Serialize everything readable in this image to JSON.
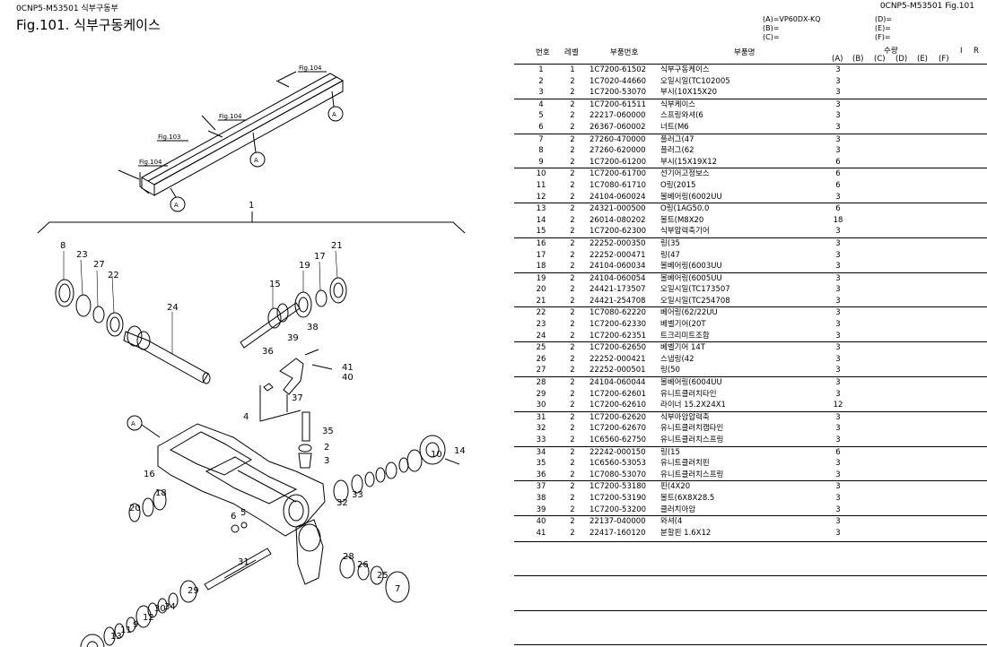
{
  "header": {
    "left_code": "0CNP5-M53501  식부구동부",
    "right_code": "0CNP5-M53501  Fig.101",
    "figure_title": "Fig.101.  식부구동케이스"
  },
  "model_legend": {
    "left": [
      "(A)=VP60DX-KQ",
      "(B)=",
      "(C)="
    ],
    "right": [
      "(D)=",
      "(E)=",
      "(F)="
    ]
  },
  "table": {
    "headers": {
      "no": "번호",
      "level": "레벨",
      "part_no": "부품번호",
      "name": "부품명",
      "qty": "수량",
      "qty_cols": [
        "(A)",
        "(B)",
        "(C)",
        "(D)",
        "(E)",
        "(F)"
      ],
      "i": "I",
      "r": "R"
    },
    "rows": [
      {
        "no": "1",
        "level": "1",
        "part_no": "1C7200-61502",
        "name": "식부구동케이스",
        "qty": "3"
      },
      {
        "no": "2",
        "level": "2",
        "part_no": "1C7020-44660",
        "name": "오일시일(TC102005",
        "qty": "3"
      },
      {
        "no": "3",
        "level": "2",
        "part_no": "1C7200-53070",
        "name": "부시(10X15X20",
        "qty": "3"
      },
      {
        "no": "4",
        "level": "2",
        "part_no": "1C7200-61511",
        "name": "식부케이스",
        "qty": "3"
      },
      {
        "no": "5",
        "level": "2",
        "part_no": "22217-060000",
        "name": "스프링와셔(6",
        "qty": "3"
      },
      {
        "no": "6",
        "level": "2",
        "part_no": "26367-060002",
        "name": "너트(M6",
        "qty": "3"
      },
      {
        "no": "7",
        "level": "2",
        "part_no": "27260-470000",
        "name": "플러그(47",
        "qty": "3"
      },
      {
        "no": "8",
        "level": "2",
        "part_no": "27260-620000",
        "name": "플러그(62",
        "qty": "3"
      },
      {
        "no": "9",
        "level": "2",
        "part_no": "1C7200-61200",
        "name": "부시(15X19X12",
        "qty": "6"
      },
      {
        "no": "10",
        "level": "2",
        "part_no": "1C7200-61700",
        "name": "선기어고정보스",
        "qty": "6"
      },
      {
        "no": "11",
        "level": "2",
        "part_no": "1C7080-61710",
        "name": "O링(2015",
        "qty": "6"
      },
      {
        "no": "12",
        "level": "2",
        "part_no": "24104-060024",
        "name": "볼베어링(6002UU",
        "qty": "3"
      },
      {
        "no": "13",
        "level": "2",
        "part_no": "24321-000500",
        "name": "O링(1AG50.0",
        "qty": "6"
      },
      {
        "no": "14",
        "level": "2",
        "part_no": "26014-080202",
        "name": "볼트(M8X20",
        "qty": "18"
      },
      {
        "no": "15",
        "level": "2",
        "part_no": "1C7200-62300",
        "name": "식부압력축기어",
        "qty": "3"
      },
      {
        "no": "16",
        "level": "2",
        "part_no": "22252-000350",
        "name": "링(35",
        "qty": "3"
      },
      {
        "no": "17",
        "level": "2",
        "part_no": "22252-000471",
        "name": "링(47",
        "qty": "3"
      },
      {
        "no": "18",
        "level": "2",
        "part_no": "24104-060034",
        "name": "볼베어링(6003UU",
        "qty": "3"
      },
      {
        "no": "19",
        "level": "2",
        "part_no": "24104-060054",
        "name": "볼베어링(6005UU",
        "qty": "3"
      },
      {
        "no": "20",
        "level": "2",
        "part_no": "24421-173507",
        "name": "오일시일(TC173507",
        "qty": "3"
      },
      {
        "no": "21",
        "level": "2",
        "part_no": "24421-254708",
        "name": "오일시일(TC254708",
        "qty": "3"
      },
      {
        "no": "22",
        "level": "2",
        "part_no": "1C7080-62220",
        "name": "베어링(62/22UU",
        "qty": "3"
      },
      {
        "no": "23",
        "level": "2",
        "part_no": "1C7200-62330",
        "name": "베벨기어(20T",
        "qty": "3"
      },
      {
        "no": "24",
        "level": "2",
        "part_no": "1C7200-62351",
        "name": "트크리미트조합",
        "qty": "3"
      },
      {
        "no": "25",
        "level": "2",
        "part_no": "1C7200-62650",
        "name": "베벨기어 14T",
        "qty": "3"
      },
      {
        "no": "26",
        "level": "2",
        "part_no": "22252-000421",
        "name": "스냅링(42",
        "qty": "3"
      },
      {
        "no": "27",
        "level": "2",
        "part_no": "22252-000501",
        "name": "링(50",
        "qty": "3"
      },
      {
        "no": "28",
        "level": "2",
        "part_no": "24104-060044",
        "name": "볼베어링(6004UU",
        "qty": "3"
      },
      {
        "no": "29",
        "level": "2",
        "part_no": "1C7200-62601",
        "name": "유니트클러치타인",
        "qty": "3"
      },
      {
        "no": "30",
        "level": "2",
        "part_no": "1C7200-62610",
        "name": "라이너 15.2X24X1",
        "qty": "12"
      },
      {
        "no": "31",
        "level": "2",
        "part_no": "1C7200-62620",
        "name": "식부아암압력축",
        "qty": "3"
      },
      {
        "no": "32",
        "level": "2",
        "part_no": "1C7200-62670",
        "name": "유니트클러치캠타인",
        "qty": "3"
      },
      {
        "no": "33",
        "level": "2",
        "part_no": "1C6560-62750",
        "name": "유니트클러치스프링",
        "qty": "3"
      },
      {
        "no": "34",
        "level": "2",
        "part_no": "22242-000150",
        "name": "링(15",
        "qty": "6"
      },
      {
        "no": "35",
        "level": "2",
        "part_no": "1C6560-53053",
        "name": "유니트클러치핀",
        "qty": "3"
      },
      {
        "no": "36",
        "level": "2",
        "part_no": "1C7080-53070",
        "name": "유니트클러치스프링",
        "qty": "3"
      },
      {
        "no": "37",
        "level": "2",
        "part_no": "1C7200-53180",
        "name": "핀(4X20",
        "qty": "3"
      },
      {
        "no": "38",
        "level": "2",
        "part_no": "1C7200-53190",
        "name": "볼트(6X8X28.5",
        "qty": "3"
      },
      {
        "no": "39",
        "level": "2",
        "part_no": "1C7200-53200",
        "name": "클러치아암",
        "qty": "3"
      },
      {
        "no": "40",
        "level": "2",
        "part_no": "22137-040000",
        "name": "와셔(4",
        "qty": "3"
      },
      {
        "no": "41",
        "level": "2",
        "part_no": "22417-160120",
        "name": "분할핀 1.6X12",
        "qty": "3"
      }
    ]
  },
  "diagram": {
    "callouts": [
      "1",
      "2",
      "3",
      "4",
      "5",
      "6",
      "7",
      "8",
      "9",
      "10",
      "11",
      "12",
      "13",
      "14",
      "15",
      "16",
      "17",
      "18",
      "19",
      "20",
      "21",
      "22",
      "23",
      "24",
      "25",
      "26",
      "27",
      "28",
      "29",
      "30",
      "31",
      "32",
      "33",
      "34",
      "35",
      "36",
      "37",
      "38",
      "39",
      "40",
      "41"
    ],
    "fig_refs": [
      "Fig.104",
      "Fig.104",
      "Fig.103",
      "Fig.104"
    ],
    "circle_label": "A"
  }
}
